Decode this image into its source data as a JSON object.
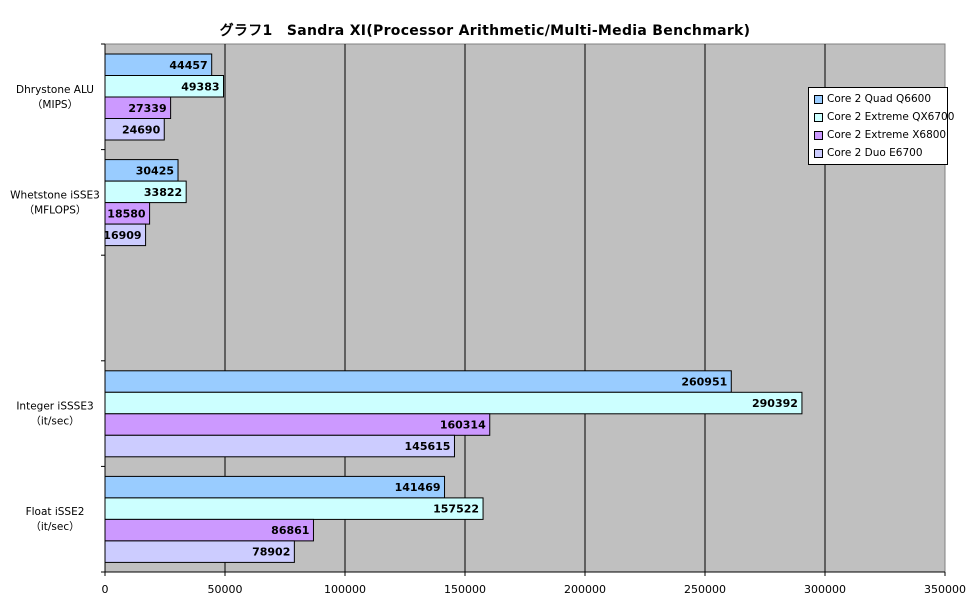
{
  "chart_data": {
    "type": "bar",
    "orientation": "horizontal",
    "title": "グラフ1　Sandra XI(Processor Arithmetic/Multi-Media Benchmark)",
    "categories": [
      {
        "line1": "Dhrystone ALU",
        "line2": "（MIPS）"
      },
      {
        "line1": "Whetstone iSSE3",
        "line2": "（MFLOPS）"
      },
      {
        "line1": "",
        "line2": ""
      },
      {
        "line1": "Integer iSSSE3",
        "line2": "（it/sec）"
      },
      {
        "line1": "Float iSSE2",
        "line2": "（it/sec）"
      }
    ],
    "series": [
      {
        "name": "Core 2 Quad Q6600",
        "color": "#99ccff",
        "values": [
          44457,
          30425,
          null,
          260951,
          141469
        ]
      },
      {
        "name": "Core 2 Extreme QX6700",
        "color": "#ccffff",
        "values": [
          49383,
          33822,
          null,
          290392,
          157522
        ]
      },
      {
        "name": "Core 2 Extreme X6800",
        "color": "#cc99ff",
        "values": [
          27339,
          18580,
          null,
          160314,
          86861
        ]
      },
      {
        "name": "Core 2 Duo E6700",
        "color": "#ccccff",
        "values": [
          24690,
          16909,
          null,
          145615,
          78902
        ]
      }
    ],
    "xlim": [
      0,
      350000
    ],
    "xticks": [
      0,
      50000,
      100000,
      150000,
      200000,
      250000,
      300000,
      350000
    ],
    "plot_background": "#c0c0c0",
    "grid": true,
    "legend": "top-right",
    "data_labels": true
  }
}
